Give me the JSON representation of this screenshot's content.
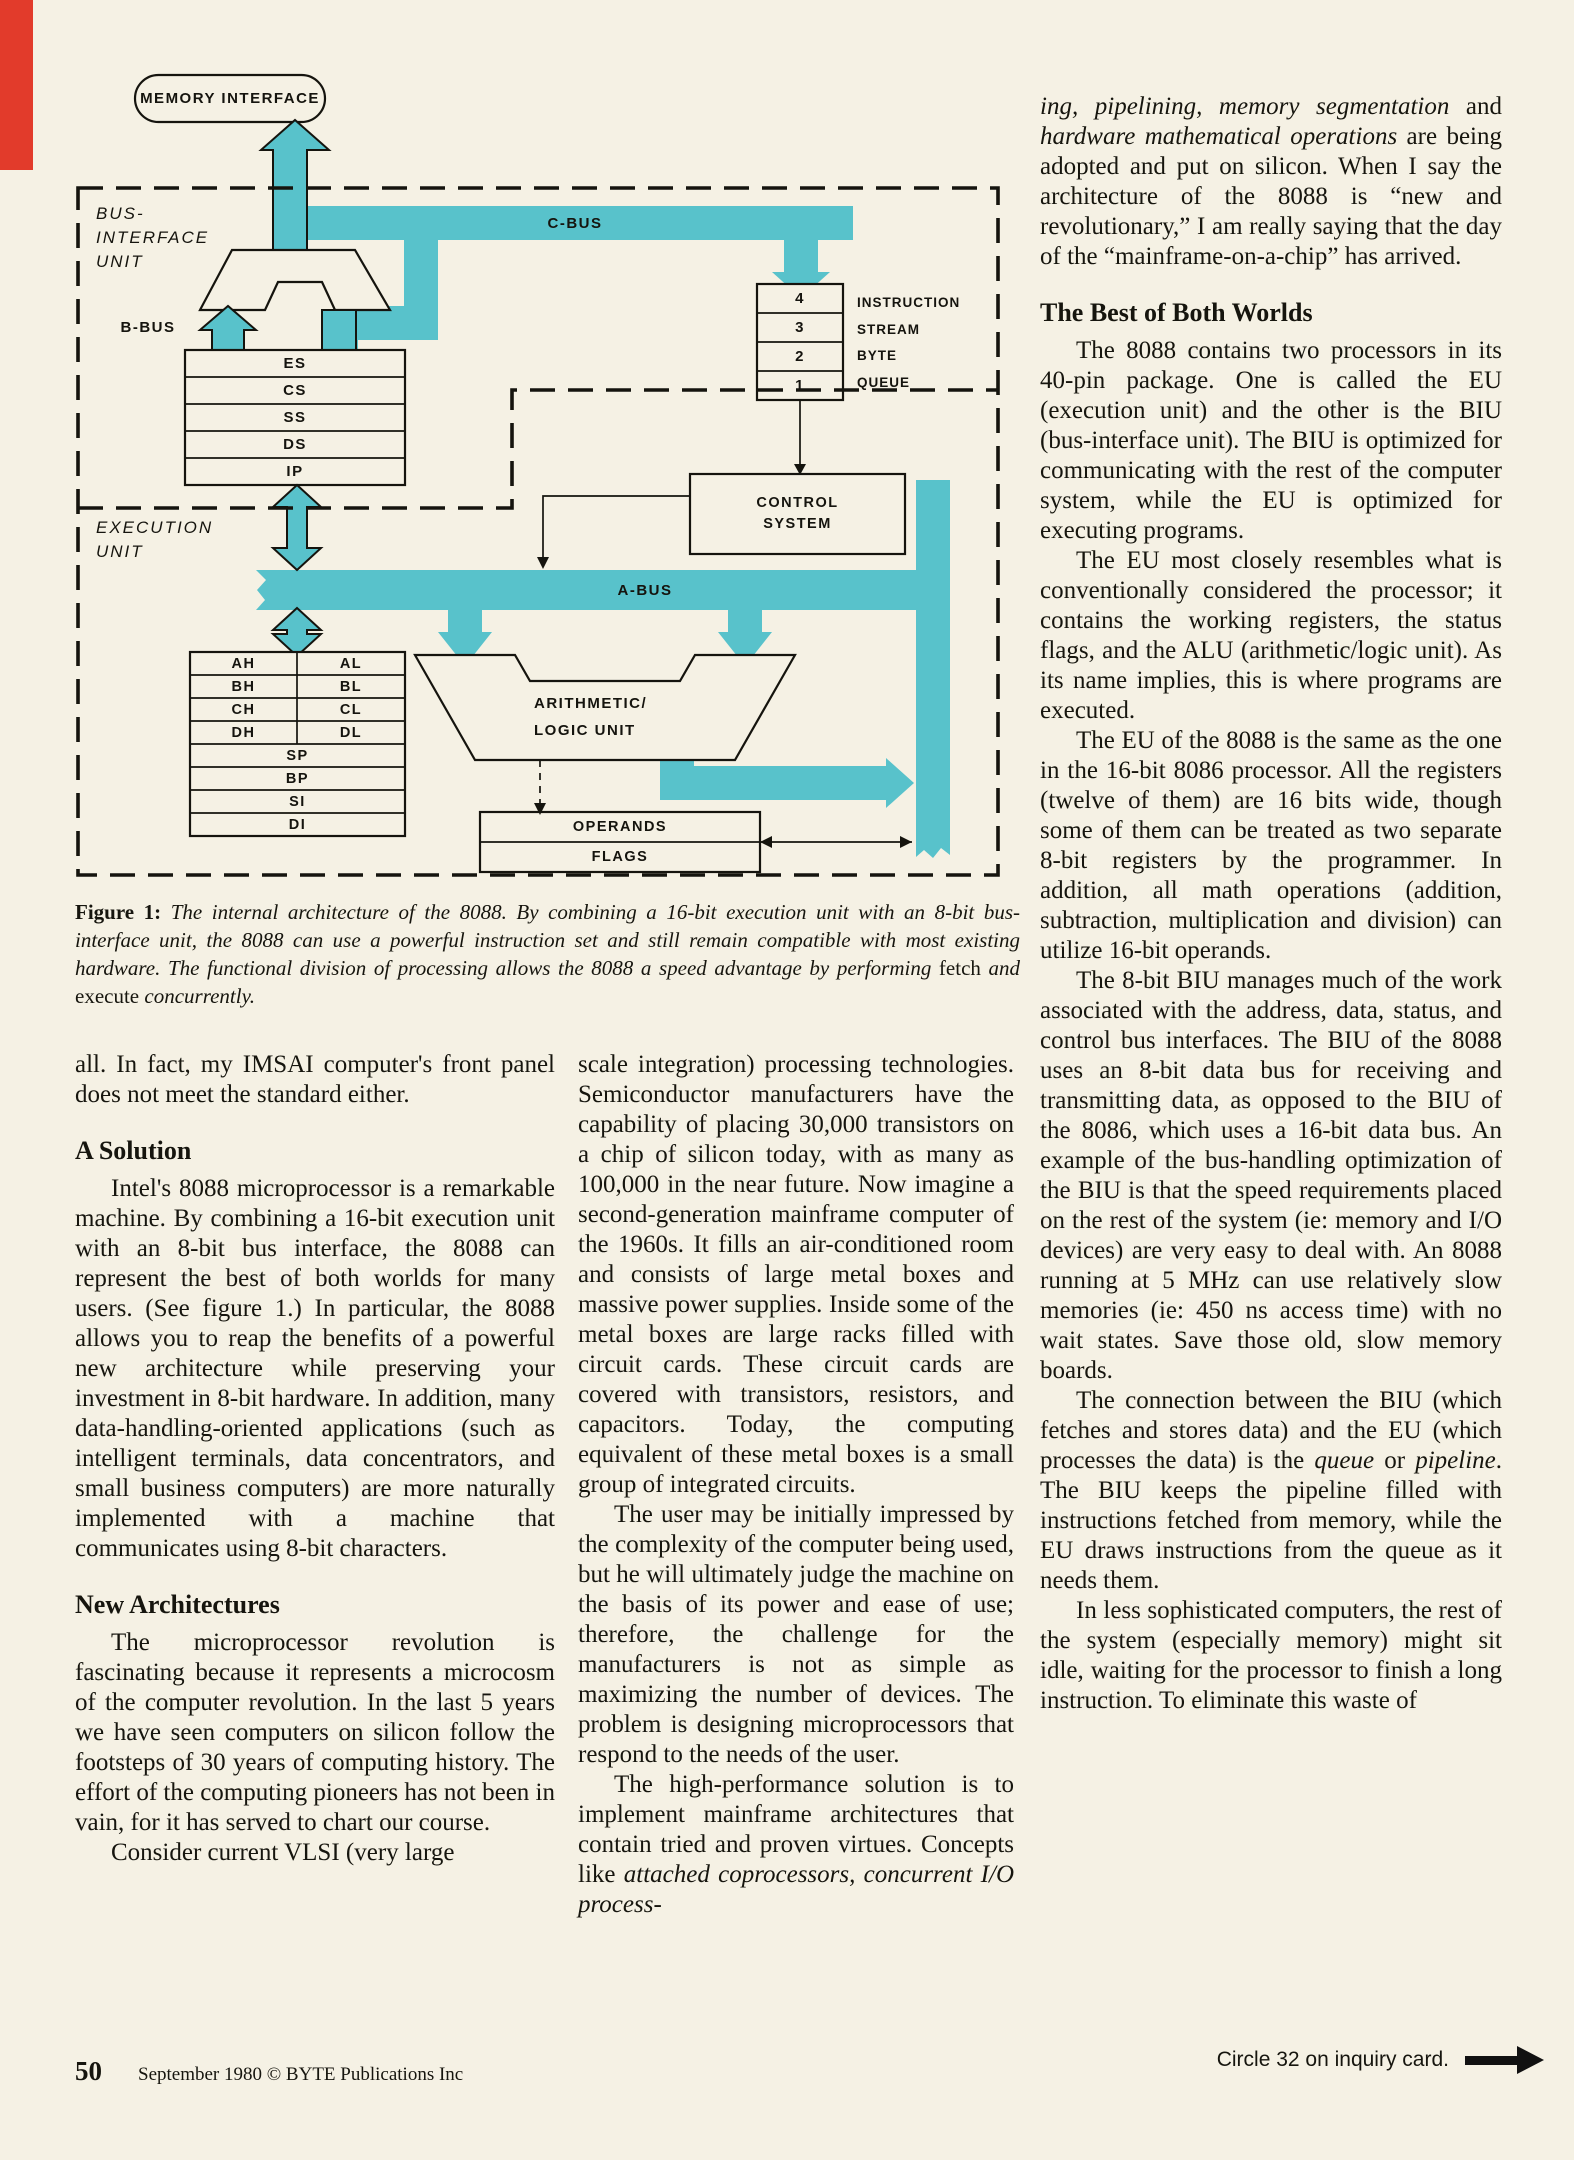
{
  "colors": {
    "teal": "#58c2cb",
    "paper": "#f5f1e4",
    "red_strip": "#e23b2b",
    "ink": "#16150e"
  },
  "diagram": {
    "memory_interface": "MEMORY INTERFACE",
    "biu_label": [
      "BUS-",
      "INTERFACE",
      "UNIT"
    ],
    "eu_label": [
      "EXECUTION",
      "UNIT"
    ],
    "c_bus": "C-BUS",
    "b_bus": "B-BUS",
    "a_bus": "A-BUS",
    "queue": [
      "4",
      "3",
      "2",
      "1"
    ],
    "queue_label": [
      "INSTRUCTION",
      "STREAM",
      "BYTE",
      "QUEUE"
    ],
    "control": [
      "CONTROL",
      "SYSTEM"
    ],
    "segment_registers": [
      "ES",
      "CS",
      "SS",
      "DS",
      "IP"
    ],
    "eu_pairs": [
      [
        "AH",
        "AL"
      ],
      [
        "BH",
        "BL"
      ],
      [
        "CH",
        "CL"
      ],
      [
        "DH",
        "DL"
      ]
    ],
    "eu_wide": [
      "SP",
      "BP",
      "SI",
      "DI"
    ],
    "alu": [
      "ARITHMETIC/",
      "LOGIC UNIT"
    ],
    "operands": "OPERANDS",
    "flags": "FLAGS"
  },
  "caption": {
    "runs": [
      {
        "t": "Figure 1: ",
        "b": true
      },
      {
        "t": "The internal architecture of the 8088. By combining a 16-bit execution unit with an 8-bit bus-interface unit, the 8088 can use a powerful instruction set and still remain compatible with most existing hardware. The functional division of processing allows the 8088 a speed advantage by performing ",
        "i": true
      },
      {
        "t": "fetch",
        "r": true
      },
      {
        "t": " and ",
        "i": true
      },
      {
        "t": "execute",
        "r": true
      },
      {
        "t": " concurrently.",
        "i": true
      }
    ]
  },
  "columns": {
    "left": [
      {
        "type": "p",
        "indent": false,
        "runs": [
          {
            "t": "all. In fact, my IMSAI computer's front panel does not meet the standard either."
          }
        ]
      },
      {
        "type": "h",
        "runs": [
          {
            "t": "A Solution"
          }
        ]
      },
      {
        "type": "p",
        "indent": true,
        "runs": [
          {
            "t": "Intel's 8088 microprocessor is a remarkable machine. By combining a 16-bit execution unit with an 8-bit bus interface, the 8088 can represent the best of both worlds for many users. (See figure 1.) In particular, the 8088 allows you to reap the benefits of a powerful new architecture while preserving your investment in 8-bit hardware. In addition, many data-handling-oriented applications (such as intelligent terminals, data concentrators, and small business computers) are more naturally implemented with a machine that communicates using 8-bit characters."
          }
        ]
      },
      {
        "type": "h",
        "runs": [
          {
            "t": "New Architectures"
          }
        ]
      },
      {
        "type": "p",
        "indent": true,
        "runs": [
          {
            "t": "The microprocessor revolution is fascinating because it represents a microcosm of the computer revolution. In the last 5 years we have seen computers on silicon follow the footsteps of 30 years of computing history. The effort of the computing pioneers has not been in vain, for it has served to chart our course."
          }
        ]
      },
      {
        "type": "p",
        "indent": true,
        "runs": [
          {
            "t": "Consider current VLSI (very large"
          }
        ]
      }
    ],
    "mid": [
      {
        "type": "p",
        "indent": false,
        "runs": [
          {
            "t": "scale integration) processing technologies. Semiconductor manufacturers have the capability of placing 30,000 transistors on a chip of silicon today, with as many as 100,000 in the near future. Now imagine a second-generation mainframe computer of the 1960s. It fills an air-conditioned room and consists of large metal boxes and massive power supplies. Inside some of the metal boxes are large racks filled with circuit cards. These circuit cards are covered with transistors, resistors, and capacitors. Today, the computing equivalent of these metal boxes is a small group of integrated circuits."
          }
        ]
      },
      {
        "type": "p",
        "indent": true,
        "runs": [
          {
            "t": "The user may be initially impressed by the complexity of the computer being used, but he will ultimately judge the machine on the basis of its power and ease of use; therefore, the challenge for the manufacturers is not as simple as maximizing the number of devices. The problem is designing microprocessors that respond to the needs of the user."
          }
        ]
      },
      {
        "type": "p",
        "indent": true,
        "runs": [
          {
            "t": "The high-performance solution is to implement mainframe architectures that contain tried and proven virtues. Concepts like "
          },
          {
            "t": "attached coprocessors, concurrent I/O process-",
            "i": true
          }
        ]
      }
    ],
    "right": [
      {
        "type": "p",
        "indent": false,
        "runs": [
          {
            "t": "ing, pipelining, memory segmentation",
            "i": true
          },
          {
            "t": " and "
          },
          {
            "t": "hardware mathematical operations",
            "i": true
          },
          {
            "t": " are being adopted and put on silicon. When I say the architecture of the 8088 is “new and revolutionary,” I am really saying that the day of the “mainframe-on-a-chip” has arrived."
          }
        ]
      },
      {
        "type": "h",
        "runs": [
          {
            "t": "The Best of Both Worlds"
          }
        ]
      },
      {
        "type": "p",
        "indent": true,
        "runs": [
          {
            "t": "The 8088 contains two processors in its 40-pin package. One is called the EU (execution unit) and the other is the BIU (bus-interface unit). The BIU is optimized for communicating with the rest of the computer system, while the EU is optimized for executing programs."
          }
        ]
      },
      {
        "type": "p",
        "indent": true,
        "runs": [
          {
            "t": "The EU most closely resembles what is conventionally considered the processor; it contains the working registers, the status flags, and the ALU (arithmetic/logic unit). As its name implies, this is where programs are executed."
          }
        ]
      },
      {
        "type": "p",
        "indent": true,
        "runs": [
          {
            "t": "The EU of the 8088 is the same as the one in the 16-bit 8086 processor. All the registers (twelve of them) are 16 bits wide, though some of them can be treated as two separate 8-bit registers by the programmer. In addition, all math operations (addition, subtraction, multiplication and division) can utilize 16-bit operands."
          }
        ]
      },
      {
        "type": "p",
        "indent": true,
        "runs": [
          {
            "t": "The 8-bit BIU manages much of the work associated with the address, data, status, and control bus interfaces. The BIU of the 8088 uses an 8-bit data bus for receiving and transmitting data, as opposed to the BIU of the 8086, which uses a 16-bit data bus. An example of the bus-handling optimization of the BIU is that the speed requirements placed on the rest of the system (ie: memory and I/O devices) are very easy to deal with. An 8088 running at 5 MHz can use relatively slow memories (ie: 450 ns access time) with no wait states. Save those old, slow memory boards."
          }
        ]
      },
      {
        "type": "p",
        "indent": true,
        "runs": [
          {
            "t": "The connection between the BIU (which fetches and stores data) and the EU (which processes the data) is the "
          },
          {
            "t": "queue",
            "i": true
          },
          {
            "t": " or "
          },
          {
            "t": "pipeline",
            "i": true
          },
          {
            "t": ". The BIU keeps the pipeline filled with instructions fetched from memory, while the EU draws instructions from the queue as it needs them."
          }
        ]
      },
      {
        "type": "p",
        "indent": true,
        "runs": [
          {
            "t": "In less sophisticated computers, the rest of the system (especially memory) might sit idle, waiting for the processor to finish a long instruction. To eliminate this waste of"
          }
        ]
      }
    ]
  },
  "footer": {
    "page_number": "50",
    "issue": "September 1980 © BYTE Publications Inc",
    "inquiry": "Circle 32 on inquiry card."
  }
}
